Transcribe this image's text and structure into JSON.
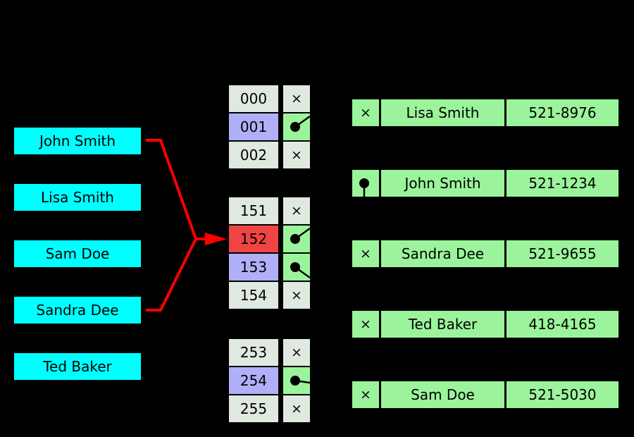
{
  "diagram": {
    "title": "hash-table-separate-chaining",
    "colors": {
      "background": "#000000",
      "key_box": "#00ffff",
      "bucket_neutral": "#dfe9df",
      "bucket_lavender": "#b0b0f8",
      "bucket_highlight": "#ef4444",
      "slot_filled": "#9bf49b",
      "entry_row": "#9bf49b",
      "collision_arrow": "#ff0000",
      "text": "#000000"
    }
  },
  "keys": [
    {
      "label": "John Smith"
    },
    {
      "label": "Lisa Smith"
    },
    {
      "label": "Sam Doe"
    },
    {
      "label": "Sandra Dee"
    },
    {
      "label": "Ted Baker"
    }
  ],
  "bucket_groups": [
    {
      "rows": [
        {
          "index": "000",
          "index_style": "neutral",
          "slot": "empty",
          "slot_icon": "x-mark-icon"
        },
        {
          "index": "001",
          "index_style": "lavender",
          "slot": "pointer",
          "slot_icon": "pointer-dot-icon",
          "stub": "right-up"
        },
        {
          "index": "002",
          "index_style": "neutral",
          "slot": "empty",
          "slot_icon": "x-mark-icon"
        }
      ]
    },
    {
      "rows": [
        {
          "index": "151",
          "index_style": "neutral",
          "slot": "empty",
          "slot_icon": "x-mark-icon"
        },
        {
          "index": "152",
          "index_style": "red",
          "slot": "pointer",
          "slot_icon": "pointer-dot-icon",
          "stub": "right-up"
        },
        {
          "index": "153",
          "index_style": "lavender",
          "slot": "pointer",
          "slot_icon": "pointer-dot-icon",
          "stub": "right-down"
        },
        {
          "index": "154",
          "index_style": "neutral",
          "slot": "empty",
          "slot_icon": "x-mark-icon"
        }
      ]
    },
    {
      "rows": [
        {
          "index": "253",
          "index_style": "neutral",
          "slot": "empty",
          "slot_icon": "x-mark-icon"
        },
        {
          "index": "254",
          "index_style": "lavender",
          "slot": "pointer",
          "slot_icon": "pointer-dot-icon",
          "stub": "right-flat"
        },
        {
          "index": "255",
          "index_style": "neutral",
          "slot": "empty",
          "slot_icon": "x-mark-icon"
        }
      ]
    }
  ],
  "entries": [
    {
      "link": "end",
      "link_icon": "x-mark-icon",
      "name": "Lisa Smith",
      "phone": "521-8976"
    },
    {
      "link": "next",
      "link_icon": "pointer-dot-icon",
      "name": "John Smith",
      "phone": "521-1234"
    },
    {
      "link": "end",
      "link_icon": "x-mark-icon",
      "name": "Sandra Dee",
      "phone": "521-9655"
    },
    {
      "link": "end",
      "link_icon": "x-mark-icon",
      "name": "Ted Baker",
      "phone": "418-4165"
    },
    {
      "link": "end",
      "link_icon": "x-mark-icon",
      "name": "Sam Doe",
      "phone": "521-5030"
    }
  ]
}
